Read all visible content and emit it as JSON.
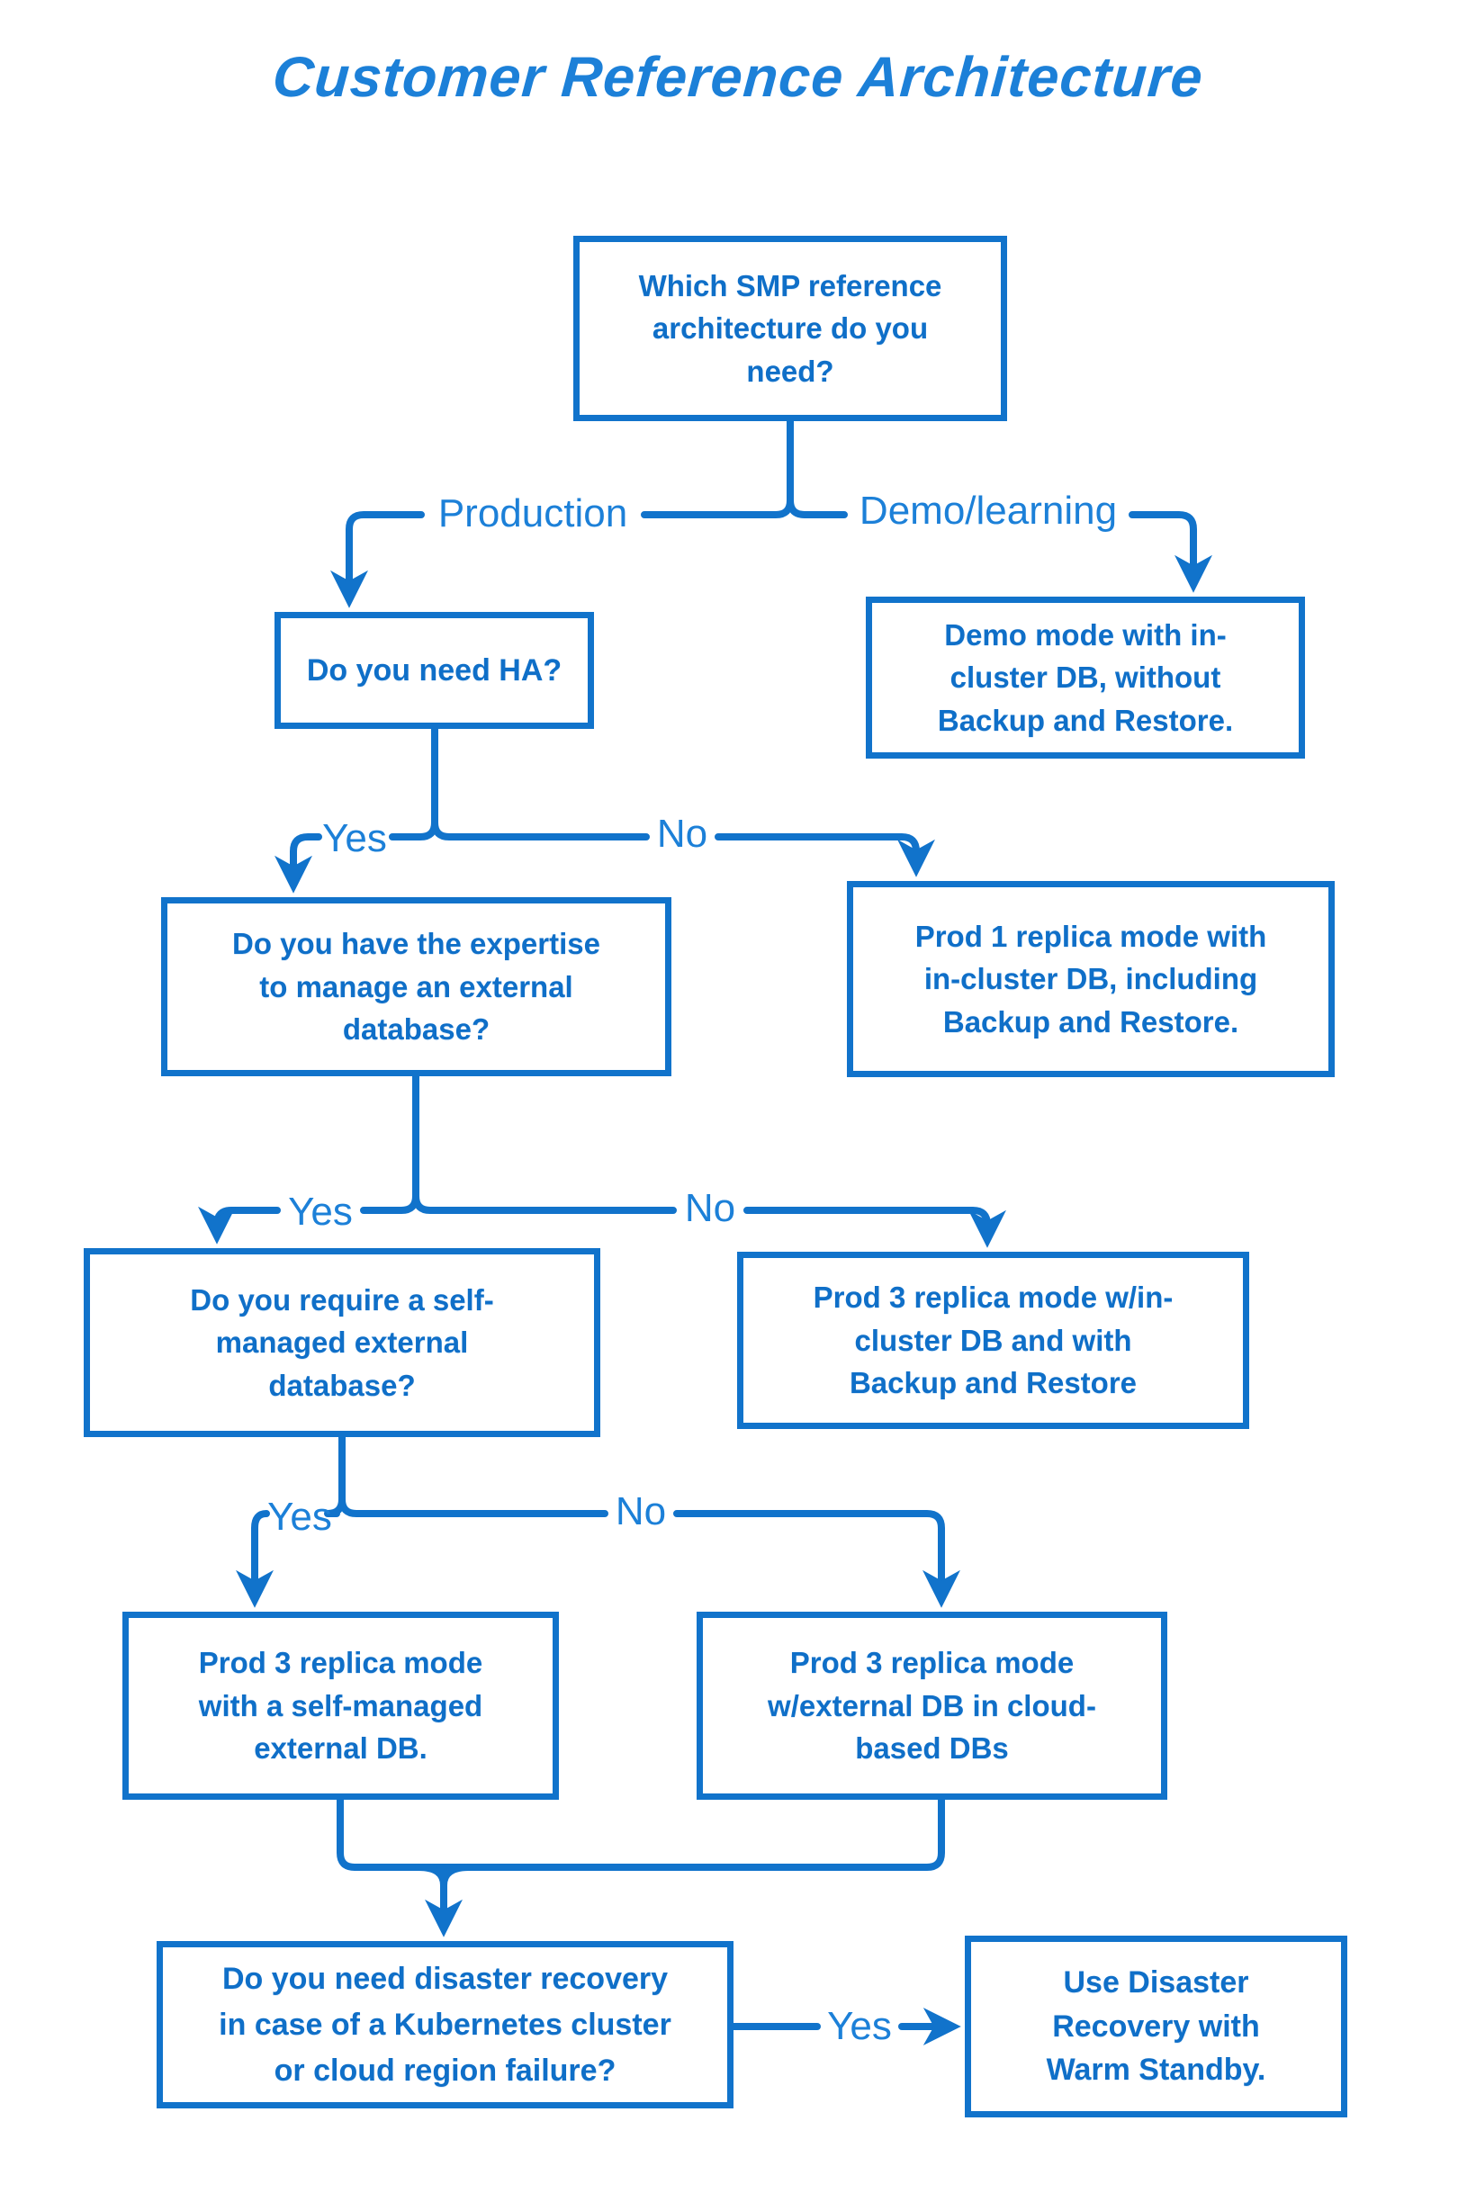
{
  "title": "Customer Reference Architecture",
  "colors": {
    "primary": "#1173cb",
    "node_text": "#0f6fc8",
    "label_text": "#1c80d8",
    "background": "#ffffff"
  },
  "nodes": {
    "root": {
      "text": "Which SMP reference\narchitecture do you\nneed?"
    },
    "ha": {
      "text": "Do you need HA?"
    },
    "demo": {
      "text": "Demo mode with in-\ncluster DB, without\nBackup and Restore."
    },
    "expertise": {
      "text": "Do you have the expertise\nto manage an external\ndatabase?"
    },
    "prod1": {
      "text": "Prod 1 replica mode with\nin-cluster DB, including\nBackup and Restore."
    },
    "self_managed_q": {
      "text": "Do you require a self-\nmanaged external\ndatabase?"
    },
    "prod3_incluster": {
      "text": "Prod 3 replica mode w/in-\ncluster DB and with\nBackup and Restore"
    },
    "prod3_self": {
      "text": "Prod 3 replica mode\nwith a self-managed\nexternal DB."
    },
    "prod3_cloud": {
      "text": "Prod 3 replica mode\nw/external DB in cloud-\nbased DBs"
    },
    "disaster_q": {
      "text": "Do you need disaster recovery\nin case of a Kubernetes cluster\nor cloud region failure?"
    },
    "warm_standby": {
      "text": "Use Disaster\nRecovery with\nWarm Standby."
    }
  },
  "labels": {
    "production": "Production",
    "demo_learning": "Demo/learning",
    "yes1": "Yes",
    "no1": "No",
    "yes2": "Yes",
    "no2": "No",
    "yes3": "Yes",
    "no3": "No",
    "yes4": "Yes"
  }
}
